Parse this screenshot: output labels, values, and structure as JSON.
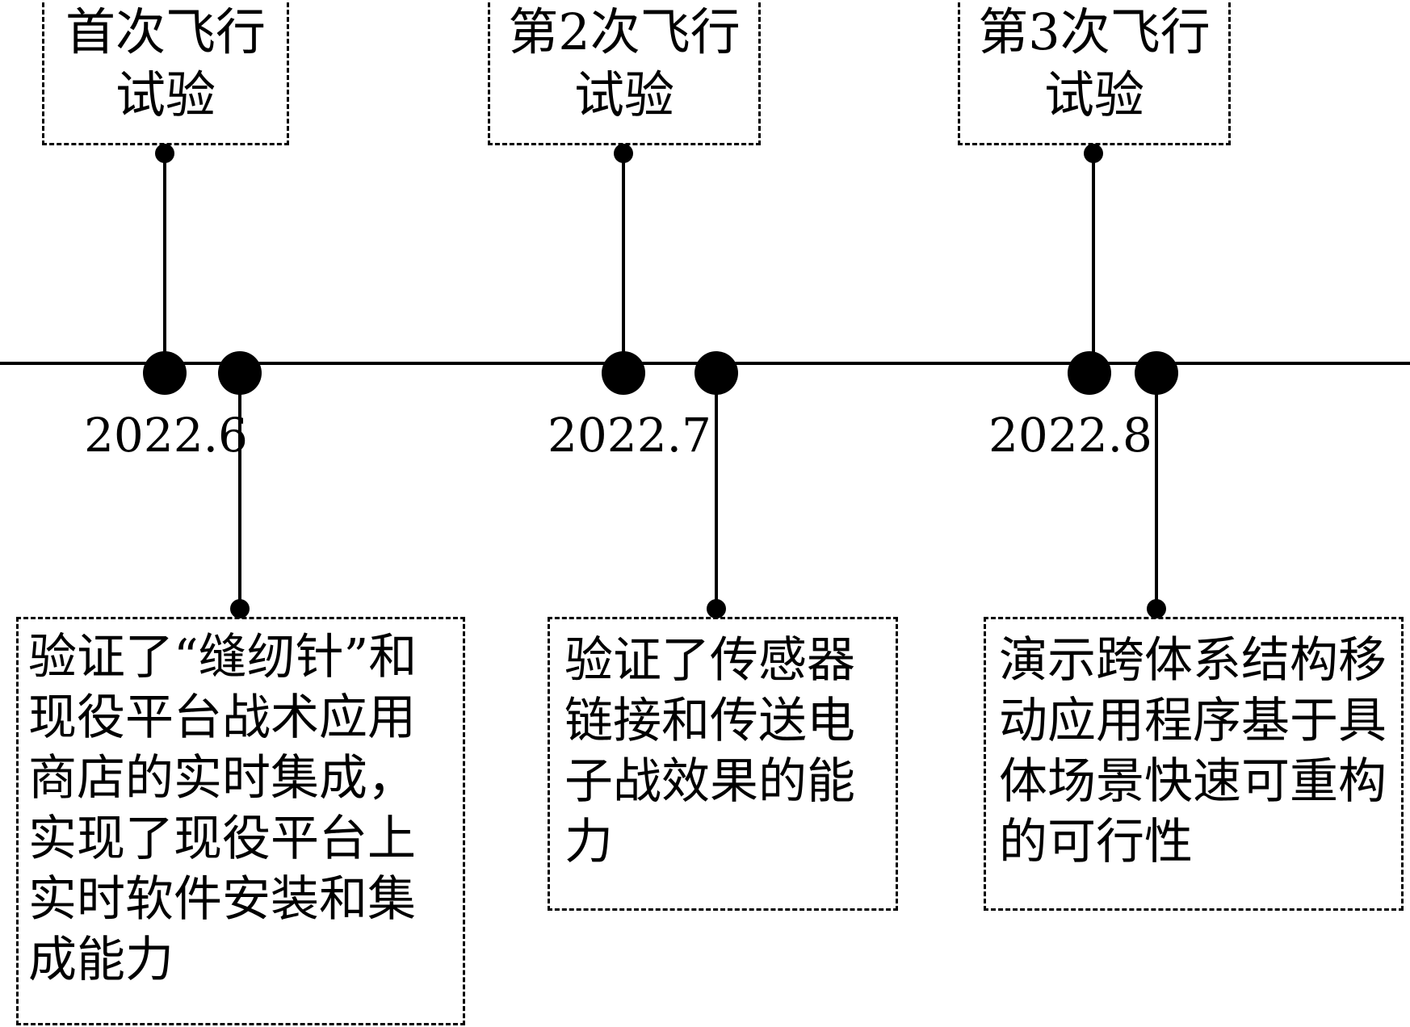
{
  "events": [
    {
      "top_label": "首次飞行试验",
      "top_lines": [
        "首次飞行",
        "试验"
      ],
      "date": "2022.6",
      "bottom_text": "验证了“缝纫针”和现役平台战术应用商店的实时集成，实现了现役平台上实时软件安装和集成能力"
    },
    {
      "top_label": "第2次飞行试验",
      "top_lines": [
        "第2次飞行",
        "试验"
      ],
      "date": "2022.7",
      "bottom_text": "验证了传感器链接和传送电子战效果的能力"
    },
    {
      "top_label": "第3次飞行试验",
      "top_lines": [
        "第3次飞行",
        "试验"
      ],
      "date": "2022.8",
      "bottom_text": "演示跨体系结构移动应用程序基于具体场景快速可重构的可行性"
    }
  ],
  "colors": {
    "line": "#000000",
    "background": "#ffffff"
  }
}
